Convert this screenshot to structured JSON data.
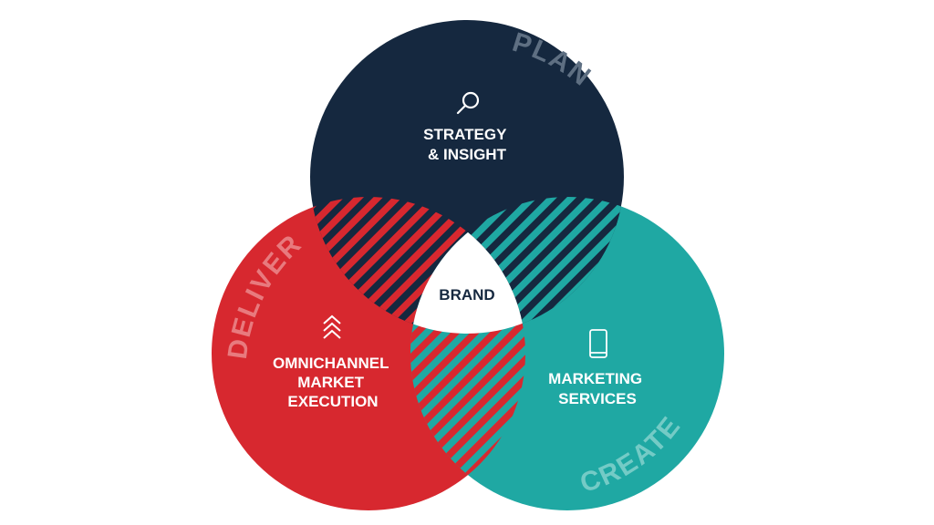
{
  "colors": {
    "navy": "#15283F",
    "red": "#D7282F",
    "teal": "#1FA8A3",
    "white": "#FFFFFF",
    "plan_word": "#5E6F82",
    "deliver_word": "#E87A7E",
    "create_word": "#74CBC6"
  },
  "diagram": {
    "center": {
      "label": "BRAND"
    },
    "circles": [
      {
        "id": "plan",
        "stage": "PLAN",
        "title_lines": [
          "STRATEGY",
          "& INSIGHT"
        ],
        "icon": "magnifier-icon"
      },
      {
        "id": "deliver",
        "stage": "DELIVER",
        "title_lines": [
          "OMNICHANNEL",
          "MARKET",
          "EXECUTION"
        ],
        "icon": "chevrons-up-icon"
      },
      {
        "id": "create",
        "stage": "CREATE",
        "title_lines": [
          "MARKETING",
          "SERVICES"
        ],
        "icon": "smartphone-icon"
      }
    ]
  }
}
